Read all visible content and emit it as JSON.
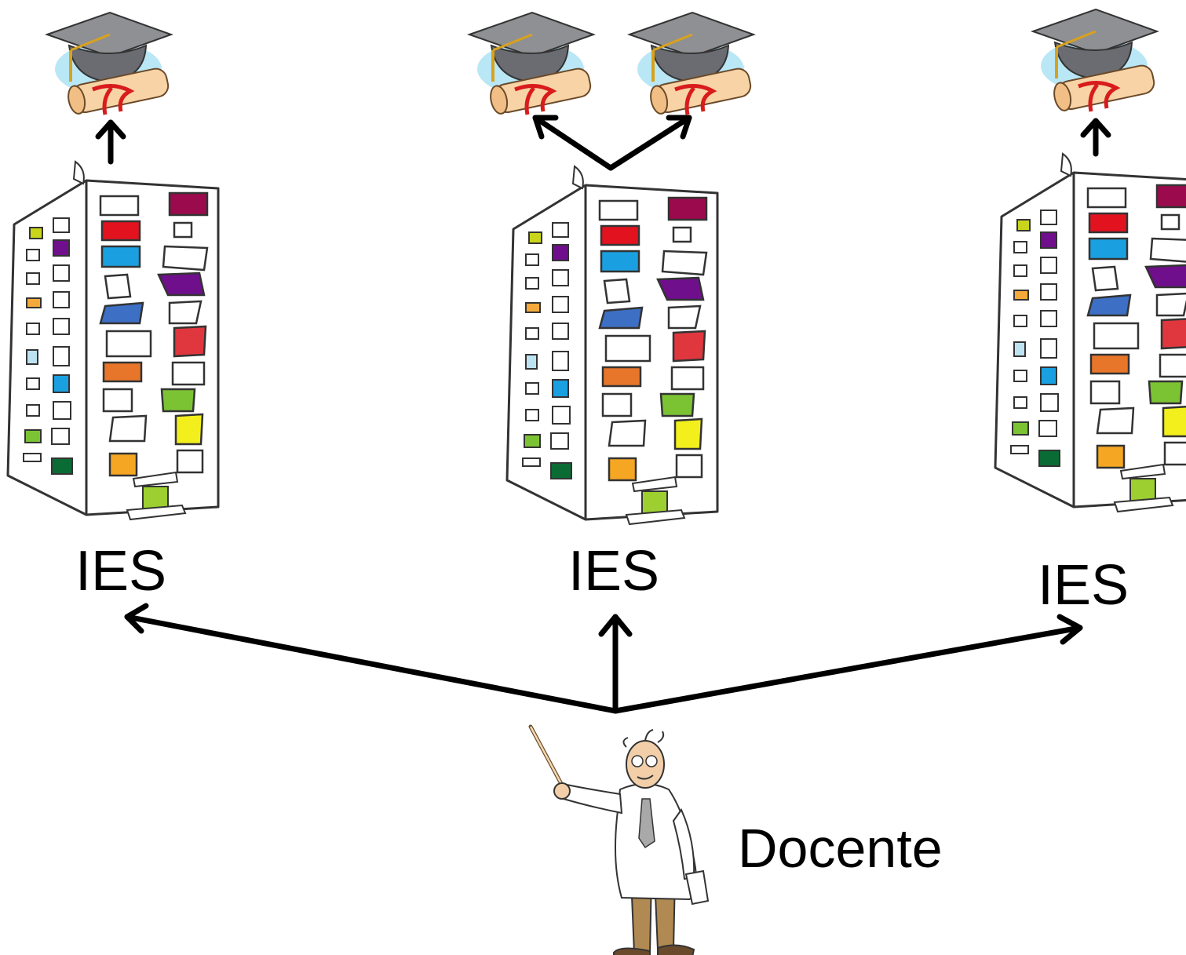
{
  "labels": {
    "institution_left": "IES",
    "institution_center": "IES",
    "institution_right": "IES",
    "teacher": "Docente"
  },
  "colors": {
    "arrow": "#000000",
    "window_palette": [
      "#9b0a4c",
      "#e3121f",
      "#1aa0e0",
      "#6f0f8c",
      "#3d6fc4",
      "#e0373e",
      "#e8762a",
      "#7cc334",
      "#f2ef1d",
      "#f5a623",
      "#0b6b35",
      "#c9d51a",
      "#5fb0d8",
      "#f4a93a"
    ],
    "cap": "#8f9094",
    "diploma": "#f7d3a5",
    "ribbon": "#d81b1b"
  },
  "icons": [
    "graduation-cap-icon",
    "building-icon",
    "teacher-icon"
  ]
}
